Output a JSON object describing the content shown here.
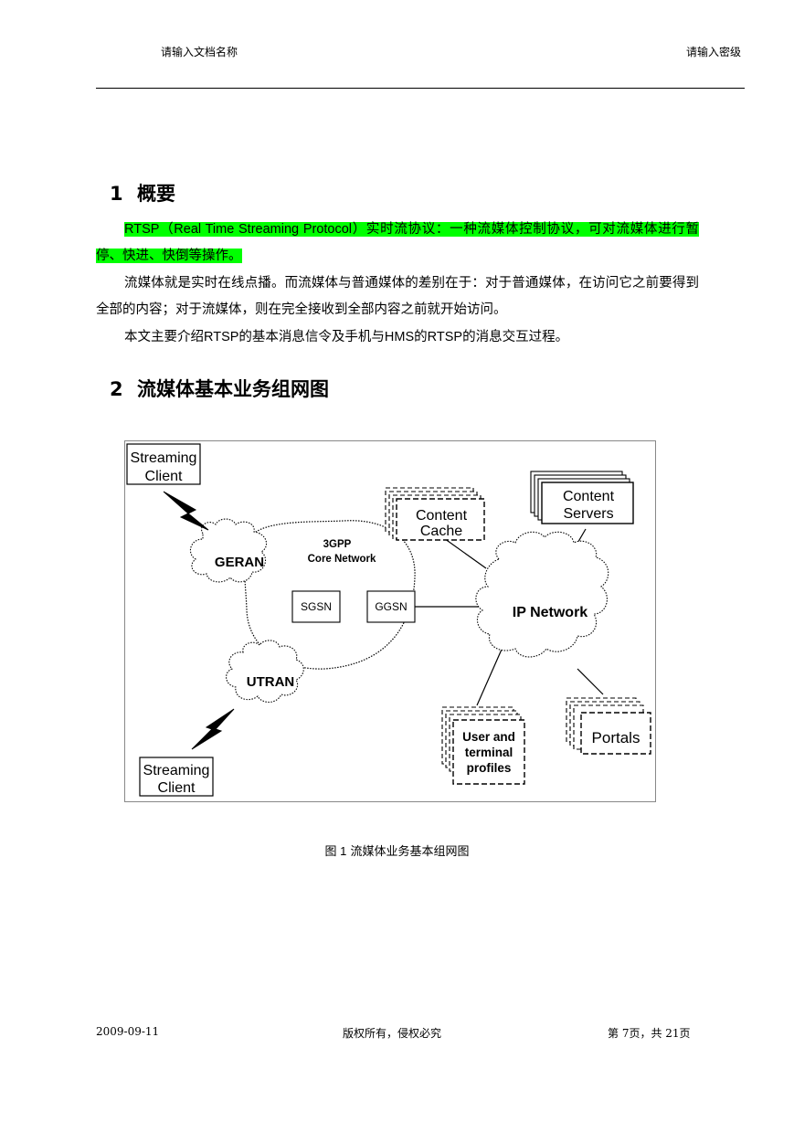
{
  "header": {
    "doc_name": "请输入文档名称",
    "security_level": "请输入密级"
  },
  "section1": {
    "number": "1",
    "title": "概要",
    "p1_latin": "RTSP（Real Time Streaming Protocol）",
    "p1_cn": "实时流协议：一种流媒体控制协议，可对流媒体进行暂停、快进、快倒等操作。",
    "p2": "流媒体就是实时在线点播。而流媒体与普通媒体的差别在于：对于普通媒体，在访问它之前要得到全部的内容；对于流媒体，则在完全接收到全部内容之前就开始访问。",
    "p3_a": "本文主要介绍",
    "p3_b": "RTSP",
    "p3_c": "的基本消息信令及手机与",
    "p3_d": "HMS",
    "p3_e": "的",
    "p3_f": "RTSP",
    "p3_g": "的消息交互过程。"
  },
  "section2": {
    "number": "2",
    "title": "流媒体基本业务组网图"
  },
  "diagram": {
    "client_top_l1": "Streaming",
    "client_top_l2": "Client",
    "client_bottom_l1": "Streaming",
    "client_bottom_l2": "Client",
    "geran": "GERAN",
    "utran": "UTRAN",
    "core_l1": "3GPP",
    "core_l2": "Core Network",
    "sgsn": "SGSN",
    "ggsn": "GGSN",
    "ip_network": "IP Network",
    "cache_l1": "Content",
    "cache_l2": "Cache",
    "servers_l1": "Content",
    "servers_l2": "Servers",
    "profiles_l1": "User and",
    "profiles_l2": "terminal",
    "profiles_l3": "profiles",
    "portals": "Portals"
  },
  "caption": {
    "label": "图 1",
    "text": "流媒体业务基本组网图"
  },
  "footer": {
    "date": "2009-09-11",
    "copyright": "版权所有，侵权必究",
    "page": "第 7页，共 21页"
  }
}
